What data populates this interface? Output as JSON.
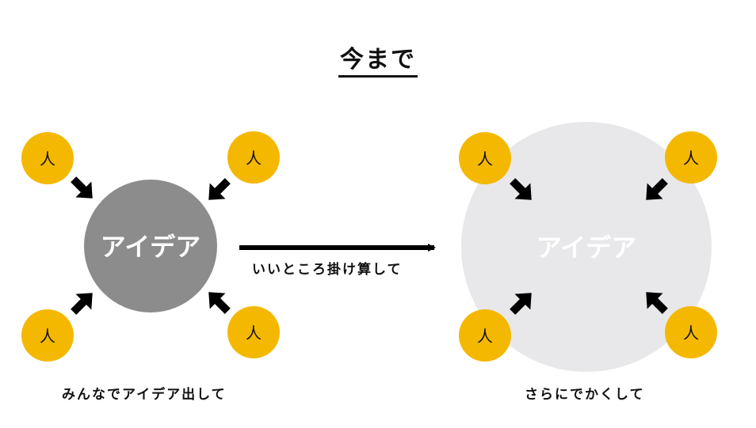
{
  "title": "今まで",
  "person_label": "人",
  "left": {
    "center_label": "アイデア",
    "caption": "みんなでアイデア出して"
  },
  "arrow_label": "いいところ掛け算して",
  "right": {
    "center_label": "アイデア",
    "caption": "さらにでかくして"
  },
  "colors": {
    "person": "#F5B800",
    "left_circle": "#8C8C8C",
    "right_circle": "#E8E8EA",
    "ink": "#000000"
  }
}
